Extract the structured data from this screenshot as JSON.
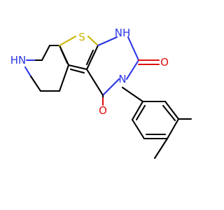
{
  "atoms": {
    "sulfur": "S",
    "nh_ring_left": "HN",
    "nh_pyrimidine": "NH",
    "n_pyrimidine": "N",
    "o_top": "O",
    "o_bottom": "O"
  },
  "colors": {
    "bond": "#000000",
    "nitrogen": "#2b35e8",
    "sulfur": "#c9b400",
    "oxygen": "#e01010"
  }
}
